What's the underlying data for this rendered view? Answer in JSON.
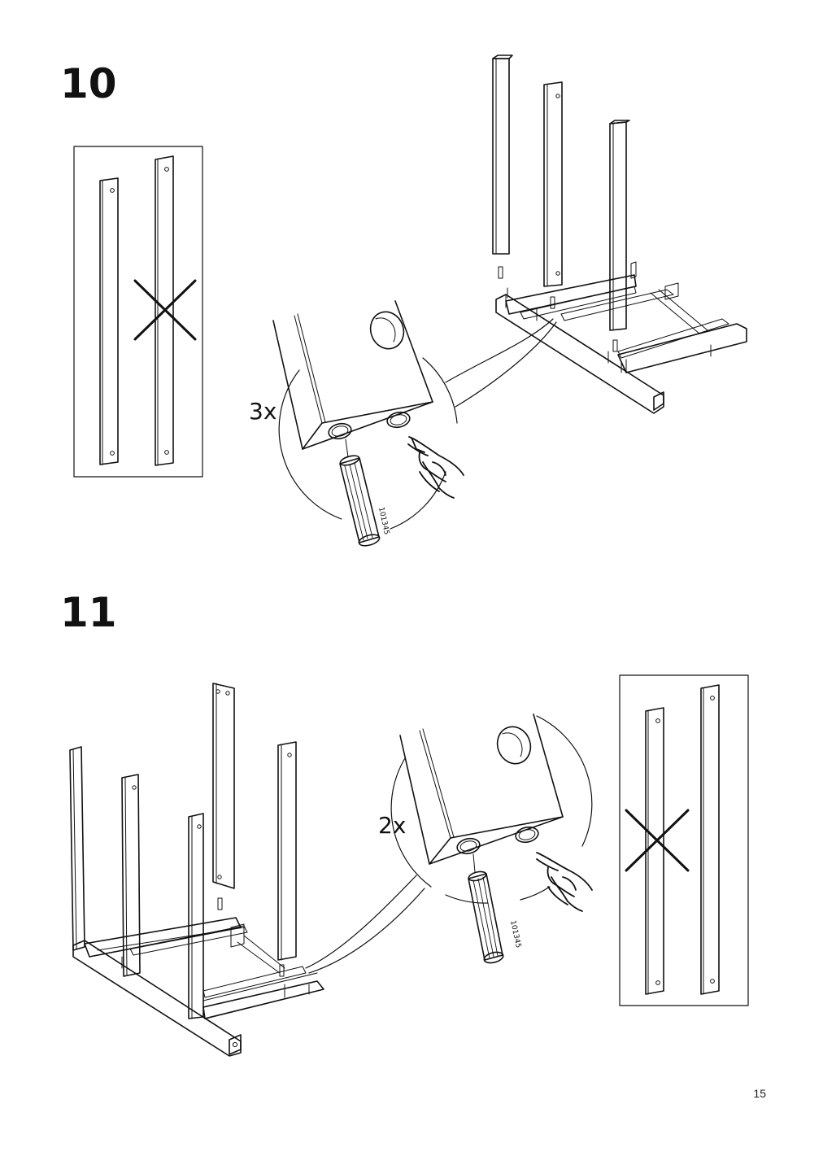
{
  "steps": [
    {
      "number": "10",
      "quantity": "3x",
      "part_number": "101345"
    },
    {
      "number": "11",
      "quantity": "2x",
      "part_number": "101345"
    }
  ],
  "page_number": "15",
  "colors": {
    "line": "#111111",
    "background": "#ffffff"
  },
  "icons": [
    "wrong-orientation-cross-icon",
    "pointing-hand-icon",
    "wooden-dowel-icon"
  ]
}
